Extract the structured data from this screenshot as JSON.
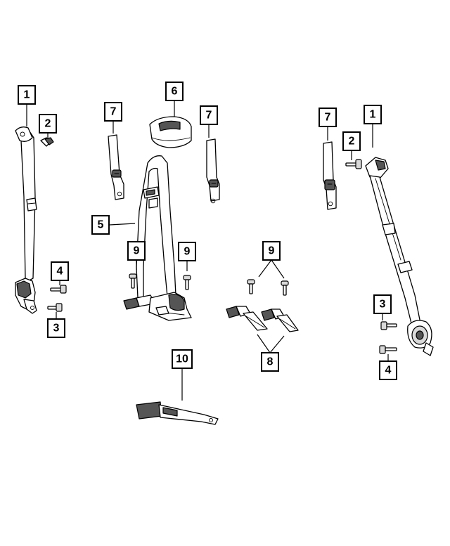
{
  "callouts": [
    {
      "id": "c-1-left",
      "label": "1"
    },
    {
      "id": "c-2-left",
      "label": "2"
    },
    {
      "id": "c-4-left",
      "label": "4"
    },
    {
      "id": "c-3-left",
      "label": "3"
    },
    {
      "id": "c-7-mid-left",
      "label": "7"
    },
    {
      "id": "c-6",
      "label": "6"
    },
    {
      "id": "c-7-mid-right",
      "label": "7"
    },
    {
      "id": "c-5",
      "label": "5"
    },
    {
      "id": "c-9-a",
      "label": "9"
    },
    {
      "id": "c-9-b",
      "label": "9"
    },
    {
      "id": "c-9-c",
      "label": "9"
    },
    {
      "id": "c-10",
      "label": "10"
    },
    {
      "id": "c-8",
      "label": "8"
    },
    {
      "id": "c-7-right",
      "label": "7"
    },
    {
      "id": "c-1-right",
      "label": "1"
    },
    {
      "id": "c-2-right",
      "label": "2"
    },
    {
      "id": "c-3-right",
      "label": "3"
    },
    {
      "id": "c-4-right",
      "label": "4"
    }
  ],
  "colors": {
    "line": "#000000",
    "fill": "#ffffff",
    "shade": "#555555"
  }
}
